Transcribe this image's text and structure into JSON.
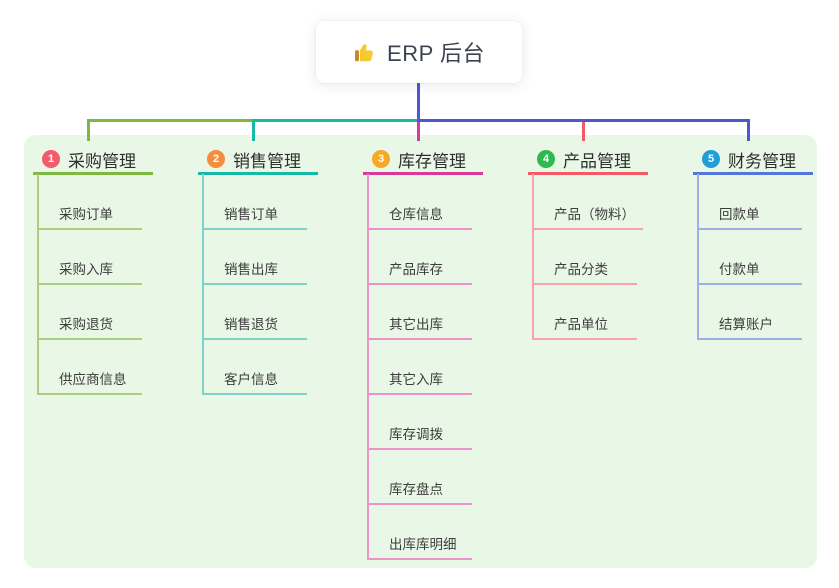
{
  "root": {
    "title": "ERP 后台",
    "icon": "thumbs-up-icon",
    "icon_colors": {
      "hand": "#f7c92f",
      "cuff": "#c9872f"
    },
    "line_color": "#4a58d4"
  },
  "panel": {
    "background": "#e9f7e6"
  },
  "branches": [
    {
      "number": "1",
      "label": "采购管理",
      "badge_color": "#f15b6c",
      "line_color": "#7cb93e",
      "child_line_color": "#aacf80",
      "children": [
        "采购订单",
        "采购入库",
        "采购退货",
        "供应商信息"
      ]
    },
    {
      "number": "2",
      "label": "销售管理",
      "badge_color": "#f68c3f",
      "line_color": "#16b8a6",
      "child_line_color": "#7fd0c6",
      "children": [
        "销售订单",
        "销售出库",
        "销售退货",
        "客户信息"
      ]
    },
    {
      "number": "3",
      "label": "库存管理",
      "badge_color": "#f7a824",
      "line_color": "#d8399b",
      "child_line_color": "#ee93c8",
      "children": [
        "仓库信息",
        "产品库存",
        "其它出库",
        "其它入库",
        "库存调拨",
        "库存盘点",
        "出库库明细"
      ]
    },
    {
      "number": "4",
      "label": "产品管理",
      "badge_color": "#2fb950",
      "line_color": "#f25a65",
      "child_line_color": "#f7a3a9",
      "children": [
        "产品（物料）",
        "产品分类",
        "产品单位"
      ]
    },
    {
      "number": "5",
      "label": "财务管理",
      "badge_color": "#1f9ed9",
      "line_color": "#5577dc",
      "connector_color": "#4a58d4",
      "child_line_color": "#9db0e6",
      "children": [
        "回款单",
        "付款单",
        "结算账户"
      ]
    }
  ]
}
